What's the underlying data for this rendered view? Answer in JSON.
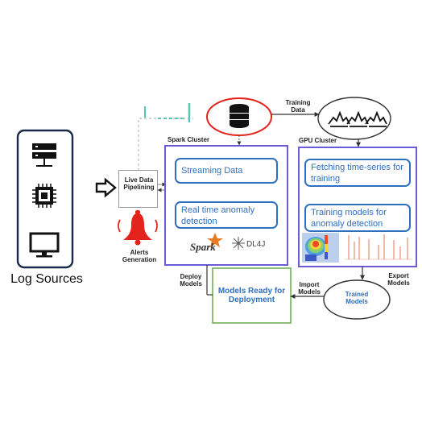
{
  "log_sources": {
    "label": "Log Sources",
    "icons": [
      "server-icon",
      "cpu-chip-icon",
      "monitor-icon"
    ]
  },
  "pipeline": {
    "label": "Live Data Pipelining"
  },
  "alerts": {
    "label": "Alerts Generation",
    "icon": "bell-icon",
    "color": "#e3231c"
  },
  "database": {
    "icon": "database-icon",
    "ring_color": "#e3231c"
  },
  "training_data": {
    "label": "Training Data"
  },
  "gpu": {
    "icon": "waveform-icon"
  },
  "spark_cluster": {
    "title": "Spark Cluster",
    "box1": "Streaming Data",
    "box2": "Real time anomaly detection",
    "logo1": "Spark",
    "logo2": "DL4J"
  },
  "gpu_cluster": {
    "title": "GPU Cluster",
    "box1": "Fetching time-series for training",
    "box2": "Training models for anomaly detection"
  },
  "deploy": {
    "label": "Deploy Models"
  },
  "models_ready": {
    "label": "Models Ready for Deployment"
  },
  "import": {
    "label": "Import Models"
  },
  "trained": {
    "label": "Trained Models"
  },
  "export": {
    "label": "Export Models"
  },
  "colors": {
    "cluster_border": "#6b5bd6",
    "box_blue": "#2f6fc0",
    "green_border": "#6aa84f",
    "teal": "#58c3b8"
  }
}
